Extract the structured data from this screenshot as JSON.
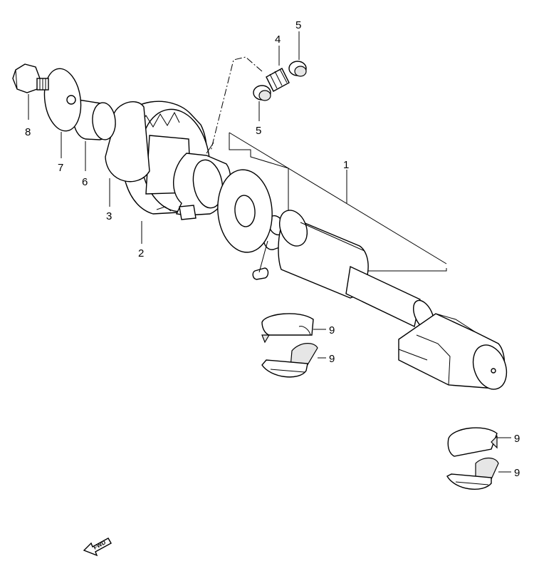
{
  "callouts": [
    {
      "id": "c1",
      "label": "1"
    },
    {
      "id": "c2",
      "label": "2"
    },
    {
      "id": "c3",
      "label": "3"
    },
    {
      "id": "c4",
      "label": "4"
    },
    {
      "id": "c5a",
      "label": "5"
    },
    {
      "id": "c5b",
      "label": "5"
    },
    {
      "id": "c6",
      "label": "6"
    },
    {
      "id": "c7",
      "label": "7"
    },
    {
      "id": "c8",
      "label": "8"
    },
    {
      "id": "c9a",
      "label": "9"
    },
    {
      "id": "c9b",
      "label": "9"
    },
    {
      "id": "c9c",
      "label": "9"
    },
    {
      "id": "c9d",
      "label": "9"
    }
  ],
  "fwd_badge": {
    "label": "FWD"
  }
}
